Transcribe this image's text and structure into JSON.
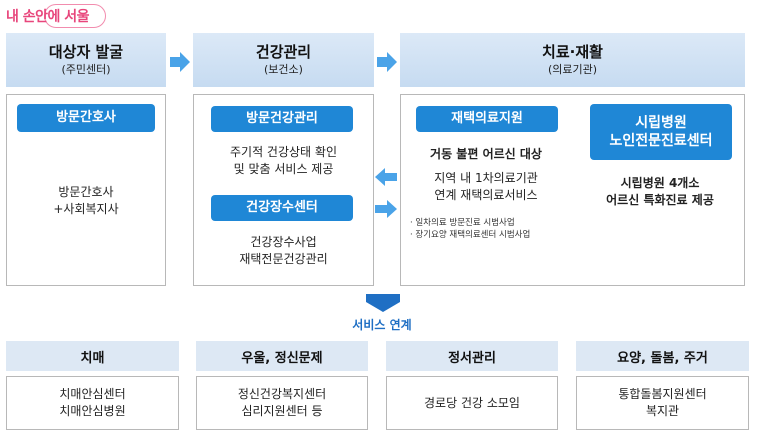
{
  "logo": {
    "text": "내 손안에 서울"
  },
  "columns": [
    {
      "title": "대상자 발굴",
      "subtitle": "(주민센터)"
    },
    {
      "title": "건강관리",
      "subtitle": "(보건소)"
    },
    {
      "title": "치료·재활",
      "subtitle": "(의료기관)"
    }
  ],
  "col1": {
    "pill": "방문간호사",
    "lines": [
      "방문간호사",
      "+사회복지사"
    ]
  },
  "col2": {
    "pill1": "방문건강관리",
    "desc1": [
      "주기적 건강상태 확인",
      "및 맞춤 서비스 제공"
    ],
    "pill2": "건강장수센터",
    "desc2": [
      "건강장수사업",
      "재택전문건강관리"
    ]
  },
  "col3a": {
    "pill": "재택의료지원",
    "headline": "거동 불편 어르신 대상",
    "desc": [
      "지역 내 1차의료기관",
      "연계 재택의료서비스"
    ],
    "bullets": [
      "· 일차의료 방문진료 시범사업",
      "· 장기요양 재택의료센터 시범사업"
    ]
  },
  "col3b": {
    "pill_line1": "시립병원",
    "pill_line2": "노인전문진료센터",
    "desc": [
      "시립병원 4개소",
      "어르신 특화진료 제공"
    ]
  },
  "link": {
    "label": "서비스 연계"
  },
  "categories": [
    {
      "head": "치매",
      "lines": [
        "치매안심센터",
        "치매안심병원"
      ]
    },
    {
      "head": "우울, 정신문제",
      "lines": [
        "정신건강복지센터",
        "심리지원센터 등"
      ]
    },
    {
      "head": "정서관리",
      "lines": [
        "경로당 건강 소모임"
      ]
    },
    {
      "head": "요양, 돌봄, 주거",
      "lines": [
        "통합돌봄지원센터",
        "복지관"
      ]
    }
  ],
  "colors": {
    "accent": "#1f87d6",
    "header_bg": "#c6dbf1",
    "logo": "#e8467c"
  }
}
